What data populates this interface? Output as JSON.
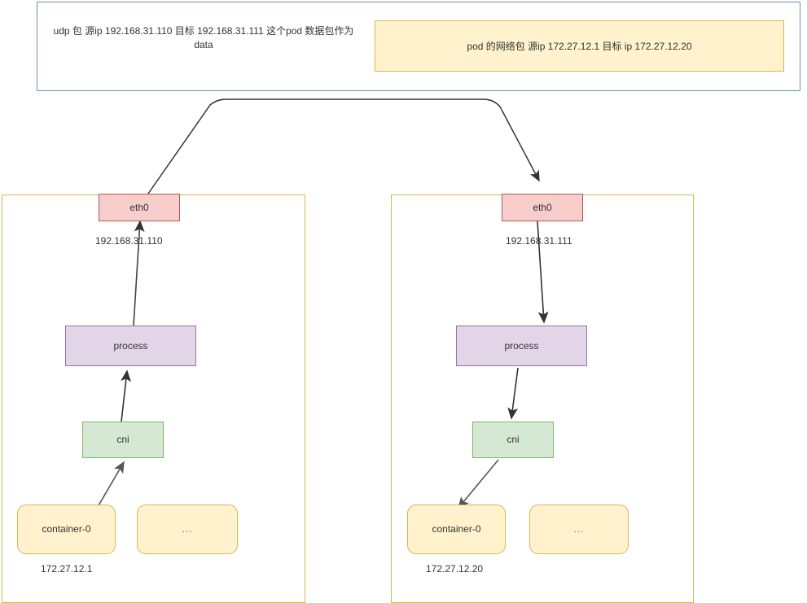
{
  "banner": {
    "udp_text": "udp 包 源ip 192.168.31.110 目标 192.168.31.111 这个pod 数据包作为data",
    "pod_packet_text": "pod 的网络包 源ip 172.27.12.1 目标 ip 172.27.12.20"
  },
  "colors": {
    "banner_border": "#6c8ebf",
    "panel_border": "#d6b656",
    "eth0_fill": "#f8cecc",
    "eth0_border": "#b85450",
    "process_fill": "#e1d5e7",
    "process_border": "#9673a6",
    "cni_fill": "#d5e8d4",
    "cni_border": "#82b366",
    "container_fill": "#fff2cc",
    "container_border": "#d6b656",
    "edge": "#333333"
  },
  "left_host": {
    "eth0_label": "eth0",
    "eth0_ip": "192.168.31.110",
    "process_label": "process",
    "cni_label": "cni",
    "container_label": "container-0",
    "container_ip": "172.27.12.1",
    "ellipsis_label": "..."
  },
  "right_host": {
    "eth0_label": "eth0",
    "eth0_ip": "192.168.31.111",
    "process_label": "process",
    "cni_label": "cni",
    "container_label": "container-0",
    "container_ip": "172.27.12.20",
    "ellipsis_label": "..."
  }
}
